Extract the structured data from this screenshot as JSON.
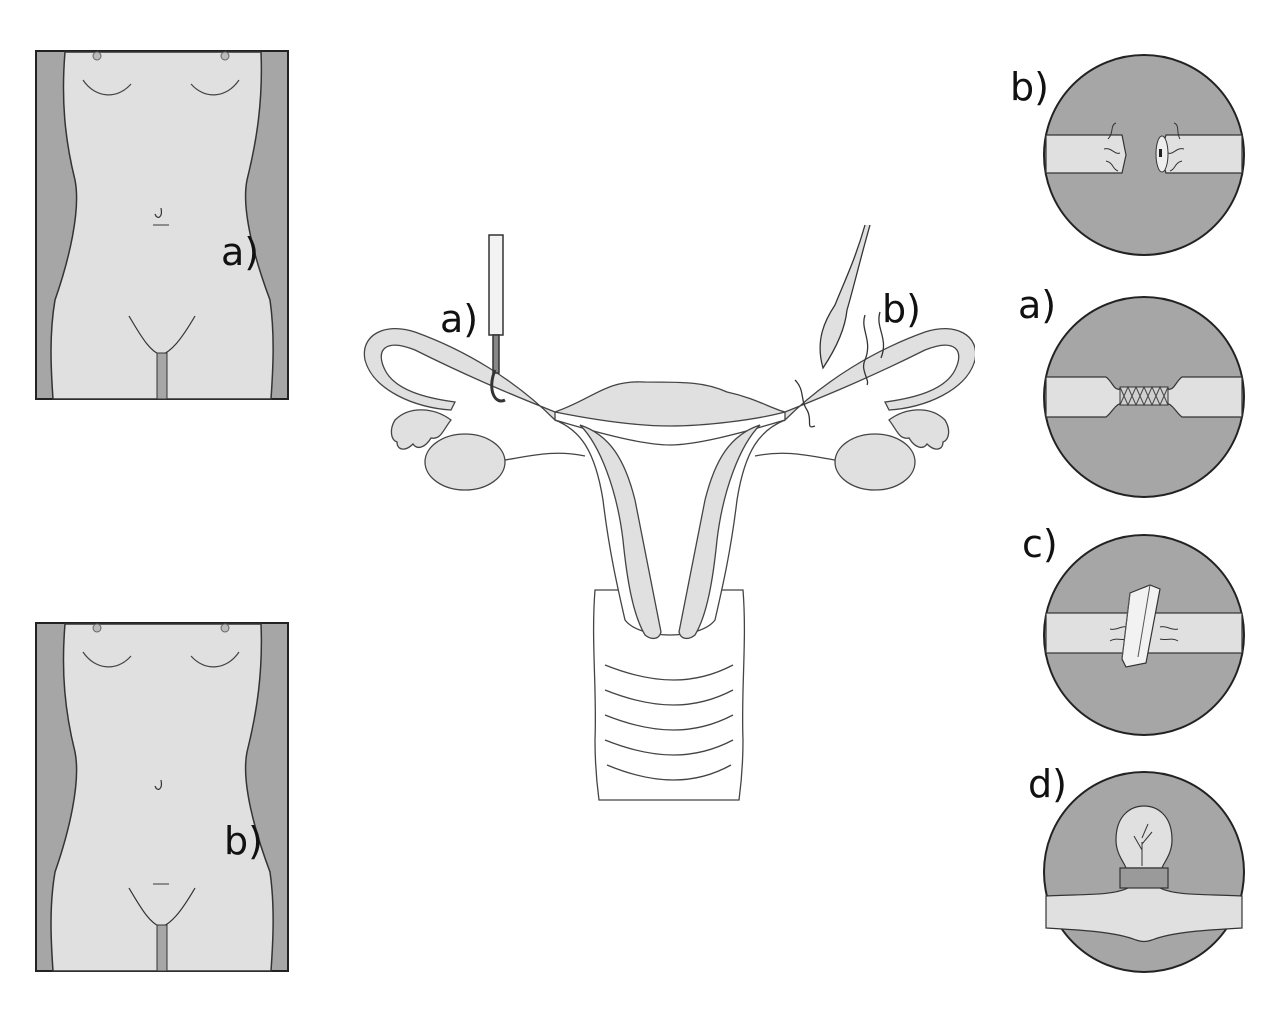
{
  "torso_panels": [
    {
      "label": "a)"
    },
    {
      "label": "b)"
    }
  ],
  "uterus_labels": {
    "left": "a)",
    "right": "b)"
  },
  "detail_circles": [
    {
      "label": "b)"
    },
    {
      "label": "a)"
    },
    {
      "label": "c)"
    },
    {
      "label": "d)"
    }
  ],
  "colors": {
    "fill_light": "#e0e0e0",
    "fill_dark": "#a6a6a6",
    "stroke": "#3a3a3a"
  }
}
